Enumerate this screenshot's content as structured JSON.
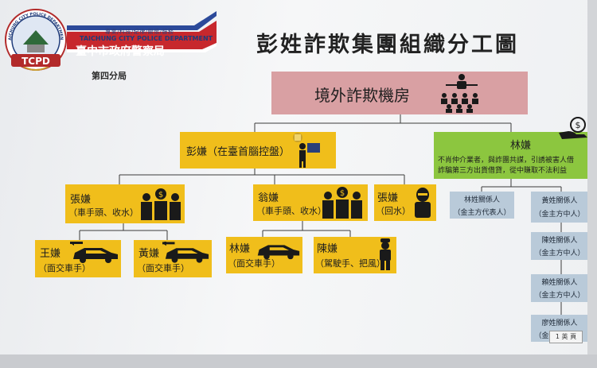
{
  "header": {
    "dept_tag": "專業/科技/紀律/關懷/服務",
    "dept_en": "TAICHUNG CITY POLICE DEPARTMENT",
    "dept_zh": "臺中市政府警察局",
    "division": "第四分局",
    "logo_letters": "TCPD",
    "logo_ring": "TAICHUNG CITY POLICE DEPARTMENT"
  },
  "title": "彭姓詐欺集團組織分工圖",
  "nodes": {
    "root": {
      "label": "境外詐欺機房"
    },
    "peng": {
      "name": "彭嫌",
      "role": "（在臺首腦控盤）"
    },
    "lin_main": {
      "name": "林嫌",
      "desc_line1": "不肖仲介業者，與詐團共謀，引誘被害人借",
      "desc_line2": "詐騙第三方出貨借貸，從中賺取不法利益"
    },
    "zhang1": {
      "name": "張嫌",
      "role": "（車手頭、收水）"
    },
    "weng": {
      "name": "翁嫌",
      "role": "（車手頭、收水）"
    },
    "zhang2": {
      "name": "張嫌",
      "role": "（回水）"
    },
    "wang": {
      "name": "王嫌",
      "role": "（面交車手）"
    },
    "huang1": {
      "name": "黃嫌",
      "role": "（面交車手）"
    },
    "lin2": {
      "name": "林嫌",
      "role": "（面交車手）"
    },
    "chen": {
      "name": "陳嫌",
      "role": "（駕駛手、把風）"
    },
    "lin_rel": {
      "name": "林姓關係人",
      "role": "（金主方代表人）"
    },
    "huang_rel": {
      "name": "黃姓關係人",
      "role": "（金主方中人）"
    },
    "chen_rel": {
      "name": "陳姓關係人",
      "role": "（金主方中人）"
    },
    "lai_rel": {
      "name": "賴姓關係人",
      "role": "（金主方中人）"
    },
    "liao_rel": {
      "name": "廖姓關係人",
      "role": "（金主方中人）"
    }
  },
  "page_counter": "1 英 頁"
}
